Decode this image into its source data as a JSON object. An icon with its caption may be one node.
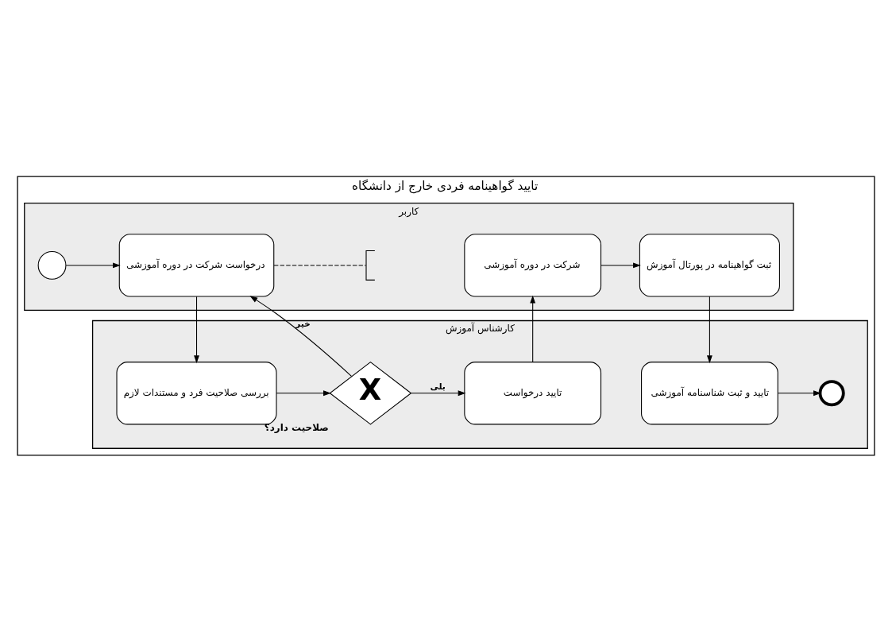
{
  "diagram": {
    "nodes": [
      {
        "text": [
          "تایید گواهینامه فردی خارج از دانشگاه"
        ]
      },
      {
        "text": [
          "کاربر"
        ],
        "in": 0
      },
      {
        "text": [
          "کارشناس آموزش"
        ],
        "in": 0
      },
      {
        "text": [],
        "shape": "circle",
        "in": 1
      },
      {
        "text": [
          "درخواست شرکت در دوره آموزشی"
        ],
        "in": 1
      },
      {
        "text": [],
        "shape": "bracket",
        "in": 1
      },
      {
        "text": [
          "شرکت در دوره آموزشی"
        ],
        "in": 1
      },
      {
        "text": [
          "ثبت گواهینامه در پورتال آموزش"
        ],
        "in": 1
      },
      {
        "text": [
          "بررسی صلاحیت فرد و مستندات لازم"
        ],
        "in": 2
      },
      {
        "text": [
          "X"
        ],
        "beside": [
          "صلاحیت دارد؟"
        ],
        "in": 2
      },
      {
        "text": [
          "تایید درخواست"
        ],
        "in": 2
      },
      {
        "text": [
          "تایید و ثبت شناسنامه آموزشی"
        ],
        "in": 2
      },
      {
        "text": [],
        "shape": "circle",
        "in": 2
      }
    ],
    "edges": [
      {
        "from": 3,
        "to": 4,
        "arrow": "to"
      },
      {
        "from": 4,
        "to": 5,
        "arrow": "none",
        "style": "dashed"
      },
      {
        "from": 4,
        "to": 8,
        "arrow": "to"
      },
      {
        "from": 8,
        "to": 9,
        "arrow": "to"
      },
      {
        "from": 9,
        "to": 4,
        "arrow": "to",
        "label": "خیر"
      },
      {
        "from": 9,
        "to": 10,
        "arrow": "to",
        "label": "بلی"
      },
      {
        "from": 10,
        "to": 6,
        "arrow": "to"
      },
      {
        "from": 6,
        "to": 7,
        "arrow": "to"
      },
      {
        "from": 7,
        "to": 11,
        "arrow": "to"
      },
      {
        "from": 11,
        "to": 12,
        "arrow": "to"
      }
    ]
  }
}
